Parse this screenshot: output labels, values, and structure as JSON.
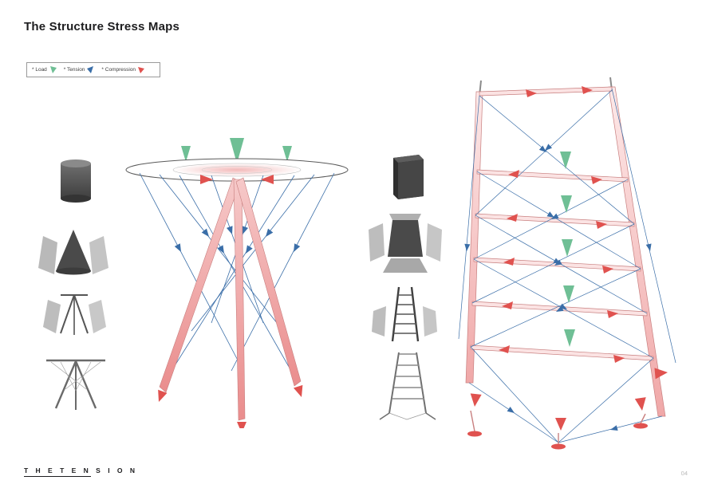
{
  "page": {
    "title": "The Structure Stress Maps",
    "footer_logo": "T H E   T E N S I O N",
    "page_number": "04"
  },
  "legend": {
    "items": [
      {
        "label": "* Load",
        "color": "#6fbf95"
      },
      {
        "label": "* Tension",
        "color": "#3a6ea8"
      },
      {
        "label": "* Compression",
        "color": "#e0524f"
      }
    ]
  },
  "colors": {
    "load": "#6fbf95",
    "tension": "#3a6ea8",
    "compression": "#e0524f",
    "member_fill": "#f6c9c9",
    "member_stroke": "#c87f7f",
    "thumb_dark": "#4d4d4d",
    "thumb_light": "#b6b6b6"
  },
  "thumbnails": {
    "left": [
      "cylinder-model",
      "cone-panels-model",
      "tripod-panels-model",
      "table-wireframe-model"
    ],
    "right": [
      "box-model",
      "exploded-panels-model",
      "ladder-frame-model",
      "shelf-frame-model"
    ]
  },
  "diagrams": [
    {
      "name": "table-stress-map",
      "elements": [
        "load-arrows",
        "tension-cables",
        "compression-legs"
      ]
    },
    {
      "name": "shelf-stress-map",
      "elements": [
        "load-arrows",
        "tension-cables",
        "compression-frame"
      ]
    }
  ]
}
